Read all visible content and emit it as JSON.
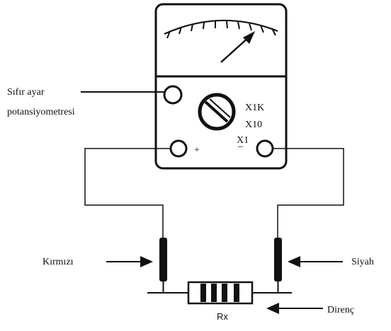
{
  "labels": {
    "zero_adjust_line1": "Sıfır ayar",
    "zero_adjust_line2": "potansiyometresi",
    "red_probe": "Kırmızı",
    "black_probe": "Siyah",
    "resistor": "Direnç",
    "resistor_symbol": "Rx",
    "plus_terminal": "+",
    "minus_terminal": "_"
  },
  "range_selector": {
    "options": [
      "X1K",
      "X10",
      "X1"
    ]
  },
  "colors": {
    "ink": "#111111",
    "background": "#ffffff"
  }
}
